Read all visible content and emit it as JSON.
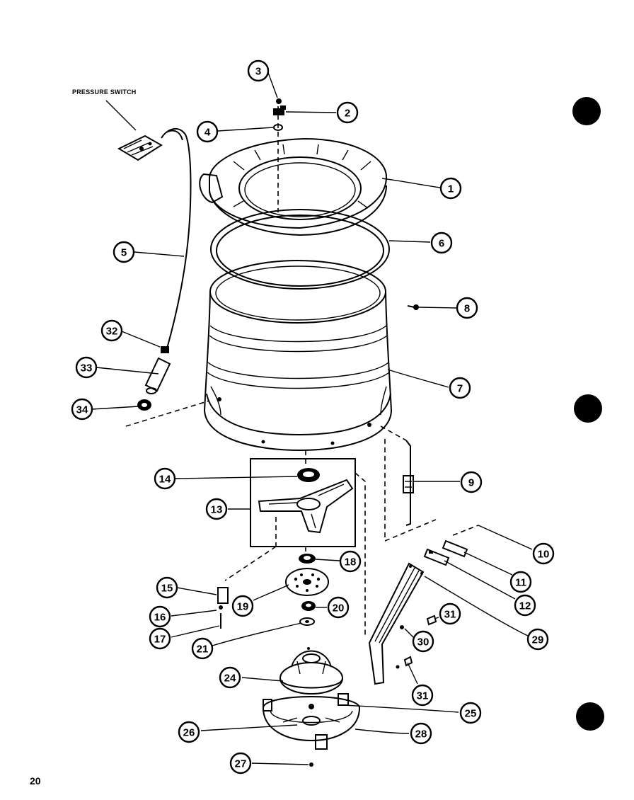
{
  "labels": {
    "pressure_switch": "PRESSURE SWITCH"
  },
  "page_number": "20",
  "callouts": [
    "3",
    "2",
    "4",
    "1",
    "6",
    "5",
    "8",
    "32",
    "33",
    "7",
    "34",
    "9",
    "14",
    "13",
    "18",
    "10",
    "11",
    "12",
    "15",
    "19",
    "20",
    "16",
    "17",
    "21",
    "29",
    "31",
    "30",
    "31",
    "24",
    "25",
    "26",
    "28",
    "27"
  ]
}
